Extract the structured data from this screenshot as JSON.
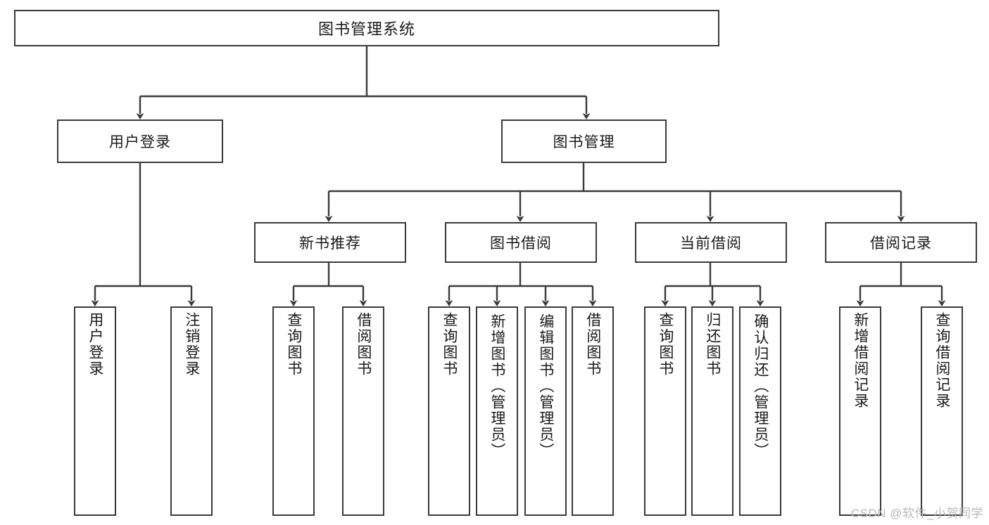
{
  "diagram": {
    "type": "hierarchy-tree",
    "title": "图书管理系统",
    "watermark": "CSDN @软件_小贺同学",
    "colors": {
      "stroke": "#3a3a3a",
      "fill": "#ffffff",
      "text": "#1a1a1a",
      "watermark": "#b9b9b9"
    },
    "root": {
      "label": "图书管理系统"
    },
    "level2": [
      {
        "label": "用户登录"
      },
      {
        "label": "图书管理"
      }
    ],
    "level3": [
      {
        "label": "新书推荐"
      },
      {
        "label": "图书借阅"
      },
      {
        "label": "当前借阅"
      },
      {
        "label": "借阅记录"
      }
    ],
    "leaves": {
      "user_login": [
        {
          "label": "用户登录"
        },
        {
          "label": "注销登录"
        }
      ],
      "new_book_rec": [
        {
          "label": "查询图书"
        },
        {
          "label": "借阅图书"
        }
      ],
      "book_borrow": [
        {
          "label": "查询图书"
        },
        {
          "label": "新增图书（管理员）"
        },
        {
          "label": "编辑图书（管理员）"
        },
        {
          "label": "借阅图书"
        }
      ],
      "current_borrow": [
        {
          "label": "查询图书"
        },
        {
          "label": "归还图书"
        },
        {
          "label": "确认归还（管理员）"
        }
      ],
      "borrow_record": [
        {
          "label": "新增借阅记录"
        },
        {
          "label": "查询借阅记录"
        }
      ]
    }
  }
}
